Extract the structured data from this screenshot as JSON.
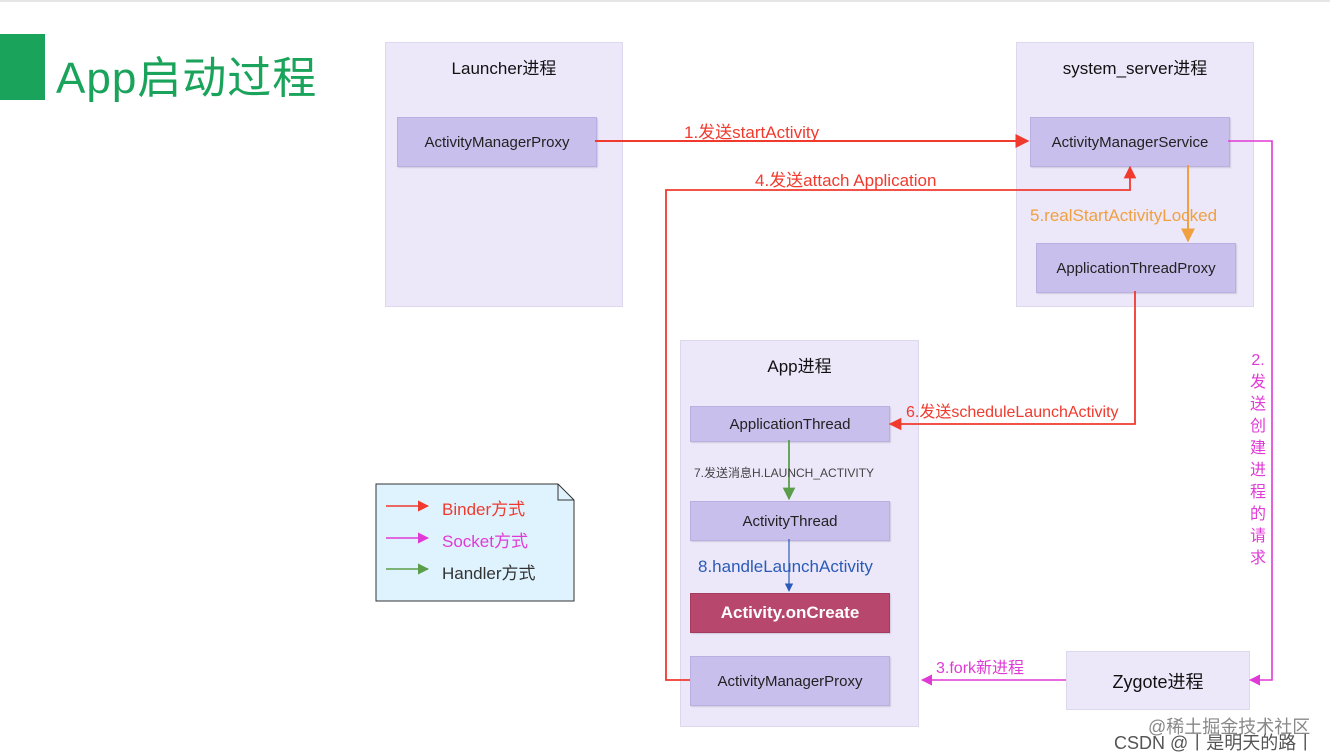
{
  "title": "App启动过程",
  "processes": {
    "launcher": "Launcher进程",
    "system_server": "system_server进程",
    "app": "App进程",
    "zygote": "Zygote进程"
  },
  "components": {
    "launcher_amp": "ActivityManagerProxy",
    "ams": "ActivityManagerService",
    "atp": "ApplicationThreadProxy",
    "application_thread": "ApplicationThread",
    "activity_thread": "ActivityThread",
    "on_create": "Activity.onCreate",
    "app_amp": "ActivityManagerProxy"
  },
  "steps": {
    "s1": "1.发送startActivity",
    "s2": "2.发送创建进程的请求",
    "s3": "3.fork新进程",
    "s4": "4.发送attach Application",
    "s5": "5.realStartActivityLocked",
    "s6": "6.发送scheduleLaunchActivity",
    "s7": "7.发送消息H.LAUNCH_ACTIVITY",
    "s8": "8.handleLaunchActivity"
  },
  "legend": {
    "binder": "Binder方式",
    "socket": "Socket方式",
    "handler": "Handler方式"
  },
  "watermark": {
    "line1": "@稀土掘金技术社区",
    "line2": "CSDN @丨是明天的路丨"
  },
  "colors": {
    "title_green": "#1aa35a",
    "binder_red": "#f03a2e",
    "socket_magenta": "#e03ad6",
    "handler_green": "#5a9e4a",
    "step5_orange": "#f0a040",
    "step8_blue": "#2a5bb8",
    "process_bg": "#ece8fa",
    "component_bg": "#c8bfec",
    "oncreate_bg": "#b8476e"
  }
}
